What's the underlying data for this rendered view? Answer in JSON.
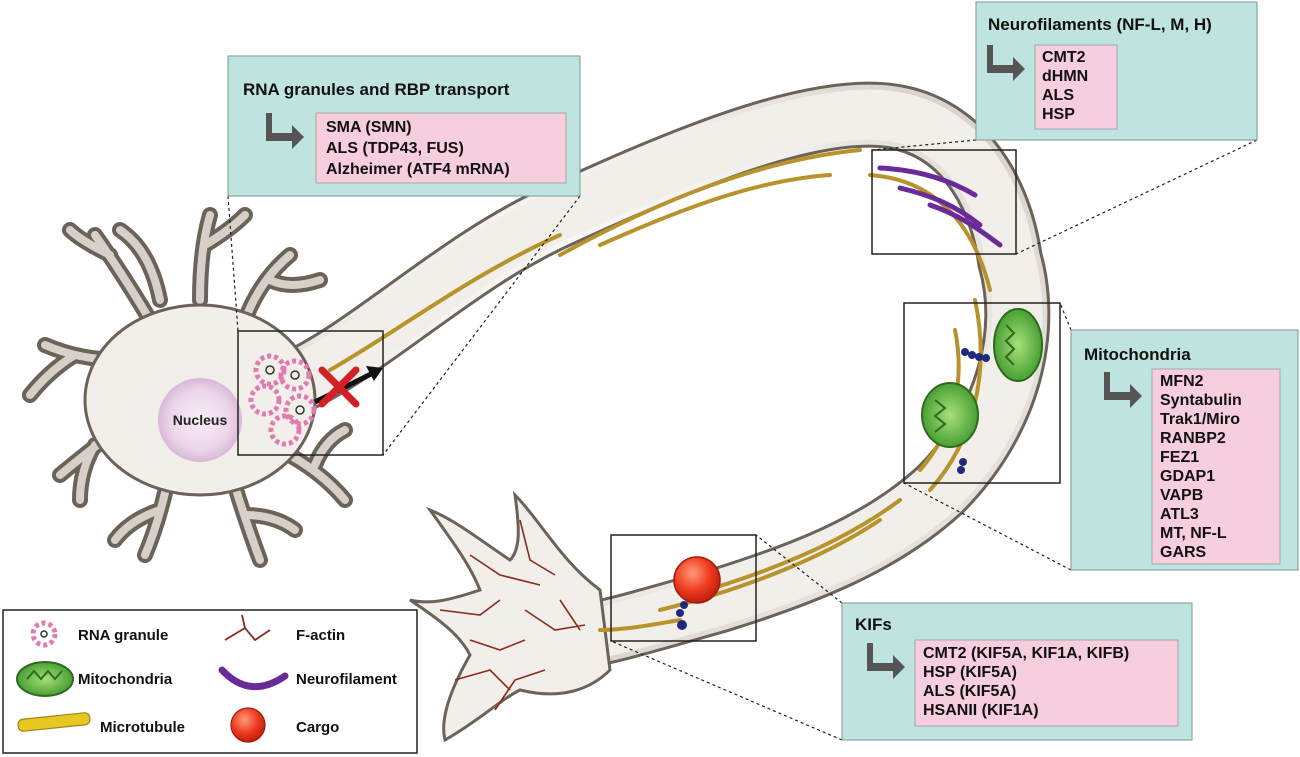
{
  "soma": {
    "nucleus_label": "Nucleus"
  },
  "panels": {
    "rna": {
      "title": "RNA granules and RBP transport",
      "items": [
        "SMA (SMN)",
        "ALS (TDP43, FUS)",
        "Alzheimer (ATF4 mRNA)"
      ]
    },
    "neurofilaments": {
      "title": "Neurofilaments (NF-L, M, H)",
      "items": [
        "CMT2",
        "dHMN",
        "ALS",
        "HSP"
      ]
    },
    "mitochondria": {
      "title": "Mitochondria",
      "items": [
        "MFN2",
        "Syntabulin",
        "Trak1/Miro",
        "RANBP2",
        "FEZ1",
        "GDAP1",
        "VAPB",
        "ATL3",
        "MT, NF-L",
        "GARS"
      ]
    },
    "kifs": {
      "title": "KIFs",
      "items": [
        "CMT2 (KIF5A, KIF1A, KIFB)",
        "HSP (KIF5A)",
        "ALS (KIF5A)",
        "HSANII (KIF1A)"
      ]
    }
  },
  "legend": {
    "rna_granule": "RNA granule",
    "f_actin": "F-actin",
    "mitochondria": "Mitochondria",
    "neurofilament": "Neurofilament",
    "microtubule": "Microtubule",
    "cargo": "Cargo"
  },
  "colors": {
    "panel_bg": "#bfe3df",
    "disease_bg": "#f7cde0",
    "neuron_outline": "#6b6258",
    "neuron_fill": "#e9e6e1",
    "microtubule": "#b8922a",
    "neurofilament": "#6a2a9a",
    "mitochondria": "#5bb043",
    "cargo": "#e8331e",
    "f_actin": "#8b2a1e",
    "rna_granule": "#e27ab0"
  }
}
